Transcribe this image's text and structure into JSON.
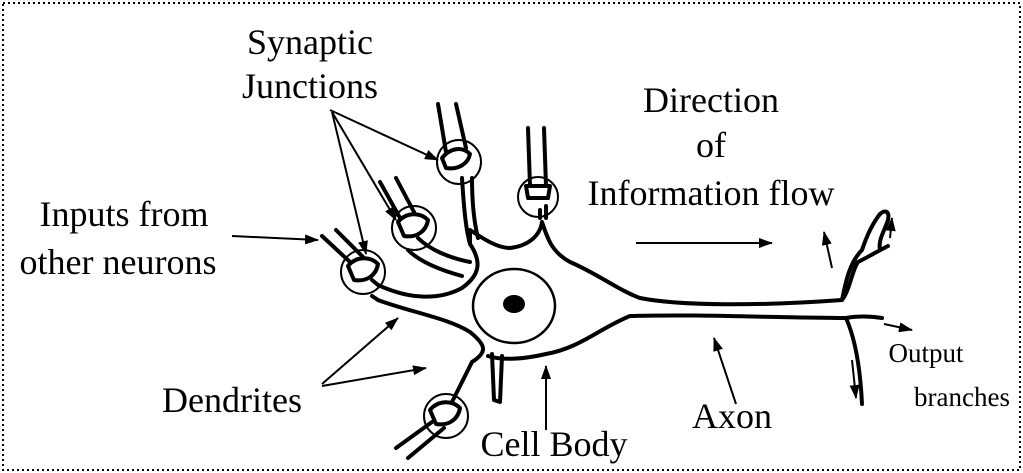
{
  "labels": {
    "synaptic_junctions": [
      "Synaptic",
      "Junctions"
    ],
    "direction": [
      "Direction",
      "of",
      "Information flow"
    ],
    "inputs": [
      "Inputs from",
      "other neurons"
    ],
    "dendrites": "Dendrites",
    "cell_body": "Cell Body",
    "axon": "Axon",
    "output": [
      "Output",
      "branches"
    ]
  }
}
